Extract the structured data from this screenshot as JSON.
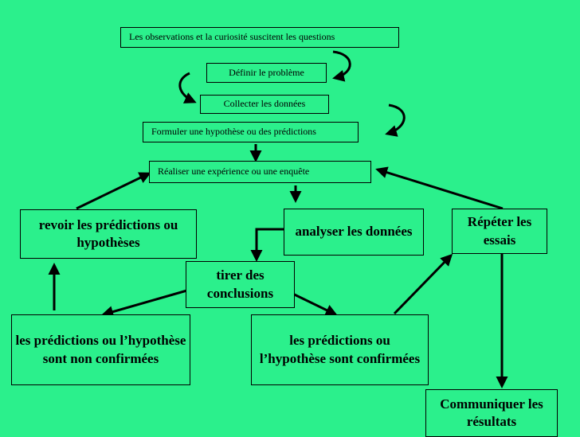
{
  "steps": {
    "observations": "Les observations et la curiosité suscitent les questions",
    "definir": "Définir le problème",
    "collecter": "Collecter les données",
    "formuler": "Formuler une hypothèse ou des prédictions",
    "realiser": "Réaliser une expérience ou une enquête",
    "analyser": "analyser les données",
    "repeter": "Répéter les essais",
    "revoir": "revoir les prédictions ou hypothèses",
    "tirer": "tirer des conclusions",
    "non_confirmees": "les prédictions ou l’hypothèse sont non confirmées",
    "confirmees": "les prédictions ou l’hypothèse sont confirmées",
    "communiquer": "Communiquer les résultats"
  },
  "colors": {
    "background": "#2BF08C",
    "border": "#000000",
    "text": "#000000"
  }
}
